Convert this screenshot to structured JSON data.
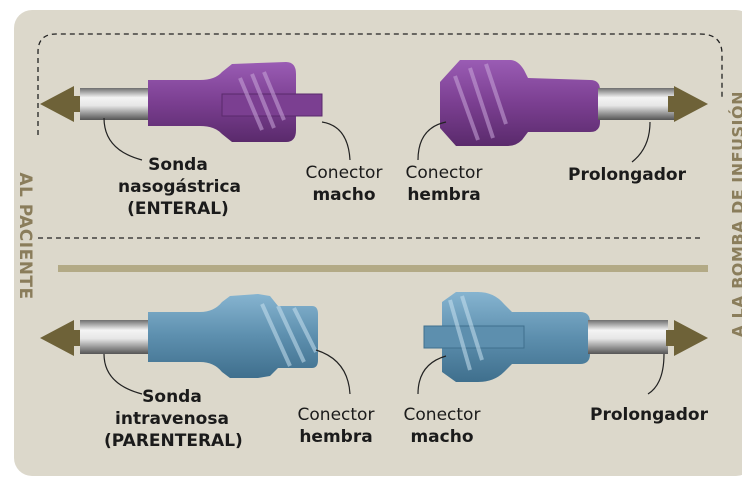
{
  "colors": {
    "background": "#dcd8cb",
    "arrow": "#6e6238",
    "divider": "#b3aa86",
    "enteral_connector": "#7b3f91",
    "parenteral_connector": "#5d8fae",
    "side_text": "#8a7d5b"
  },
  "side_labels": {
    "left": "AL PACIENTE",
    "right": "A LA BOMBA DE INFUSIÓN"
  },
  "enteral": {
    "tube_label": [
      "Sonda",
      "nasogástrica",
      "(ENTERAL)"
    ],
    "connector_left": {
      "line1": "Conector",
      "line2": "macho"
    },
    "connector_right": {
      "line1": "Conector",
      "line2": "hembra"
    },
    "extension_label": "Prolongador"
  },
  "parenteral": {
    "tube_label": [
      "Sonda",
      "intravenosa",
      "(PARENTERAL)"
    ],
    "connector_left": {
      "line1": "Conector",
      "line2": "hembra"
    },
    "connector_right": {
      "line1": "Conector",
      "line2": "macho"
    },
    "extension_label": "Prolongador"
  }
}
